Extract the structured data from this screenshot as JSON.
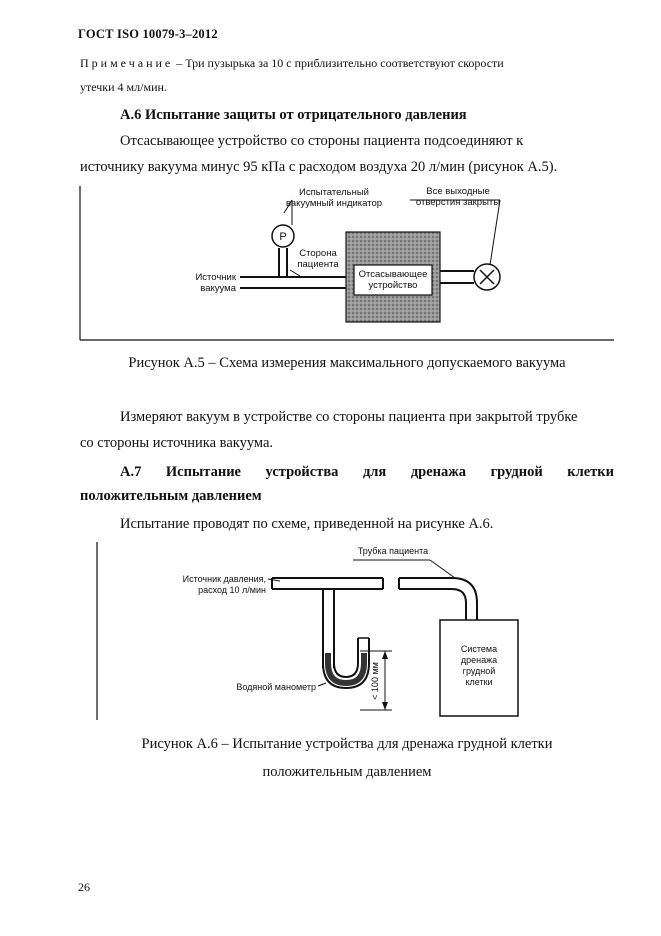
{
  "header": "ГОСТ ISO 10079-3–2012",
  "note": {
    "label": "Примечание",
    "text": "Три пузырька за 10 с приблизительно соответствуют скорости",
    "text_cont": "утечки 4 мл/мин."
  },
  "section_a6": {
    "title": "А.6 Испытание защиты от отрицательного давления",
    "para_line1": "Отсасывающее устройство со стороны пациента подсоединяют к",
    "para_line2": "источнику вакуума минус 95 кПа с расходом воздуха 20 л/мин (рисунок А.5)."
  },
  "figure_a5": {
    "label_vacuum_indicator_1": "Испытательный",
    "label_vacuum_indicator_2": "вакуумный индикатор",
    "label_outlets_1": "Все выходные",
    "label_outlets_2": "отверстия закрыты",
    "label_gauge": "P",
    "label_patient_side_1": "Сторона",
    "label_patient_side_2": "пациента",
    "label_source_1": "Источник",
    "label_source_2": "вакуума",
    "label_device_1": "Отсасывающее",
    "label_device_2": "устройство",
    "label_closed": "X",
    "caption": "Рисунок А.5 – Схема измерения максимального допускаемого вакуума"
  },
  "para_vacuum_line1": "Измеряют вакуум в устройстве со стороны пациента при закрытой трубке",
  "para_vacuum_line2": "со стороны источника вакуума.",
  "section_a7": {
    "title_words": [
      "А.7",
      "Испытание",
      "устройства",
      "для",
      "дренажа",
      "грудной",
      "клетки"
    ],
    "title_line2": "положительным давлением",
    "para": "Испытание проводят по схеме, приведенной на рисунке А.6."
  },
  "figure_a6": {
    "label_patient_tube": "Трубка пациента",
    "label_source_1": "Источник давления,",
    "label_source_2": "расход 10 л/мин",
    "label_manometer": "Водяной манометр",
    "label_depth": "< 100 мм",
    "label_system_1": "Система",
    "label_system_2": "дренажа",
    "label_system_3": "грудной",
    "label_system_4": "клетки",
    "caption_line1": "Рисунок А.6 – Испытание устройства для дренажа грудной клетки",
    "caption_line2": "положительным давлением"
  },
  "page_number": "26"
}
